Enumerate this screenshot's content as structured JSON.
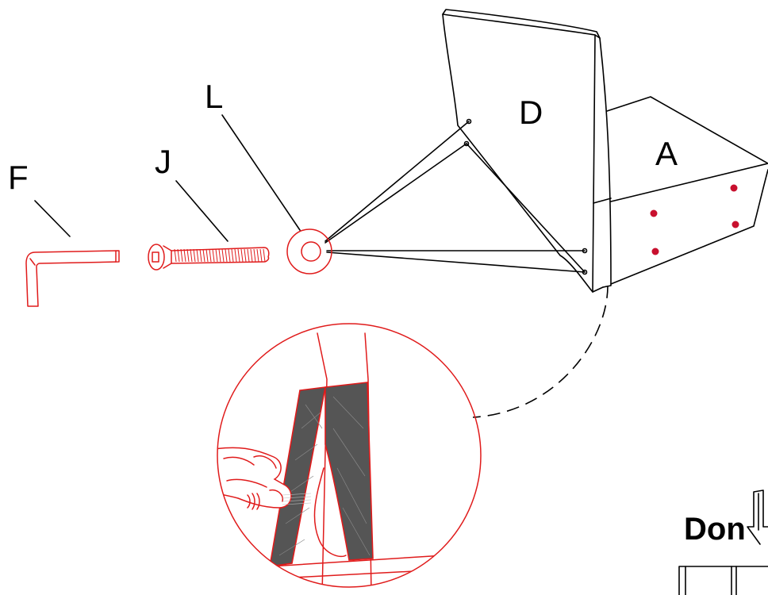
{
  "labels": {
    "f": "F",
    "j": "J",
    "l": "L",
    "d": "D",
    "a": "A",
    "dont": "Don"
  },
  "colors": {
    "hardware": "#e01b1b",
    "dots": "#c8102e",
    "panel_fill": "#555555",
    "line": "#000000"
  },
  "icons": {
    "f": "allen-key-icon",
    "j": "bolt-icon",
    "l": "washer-icon"
  }
}
